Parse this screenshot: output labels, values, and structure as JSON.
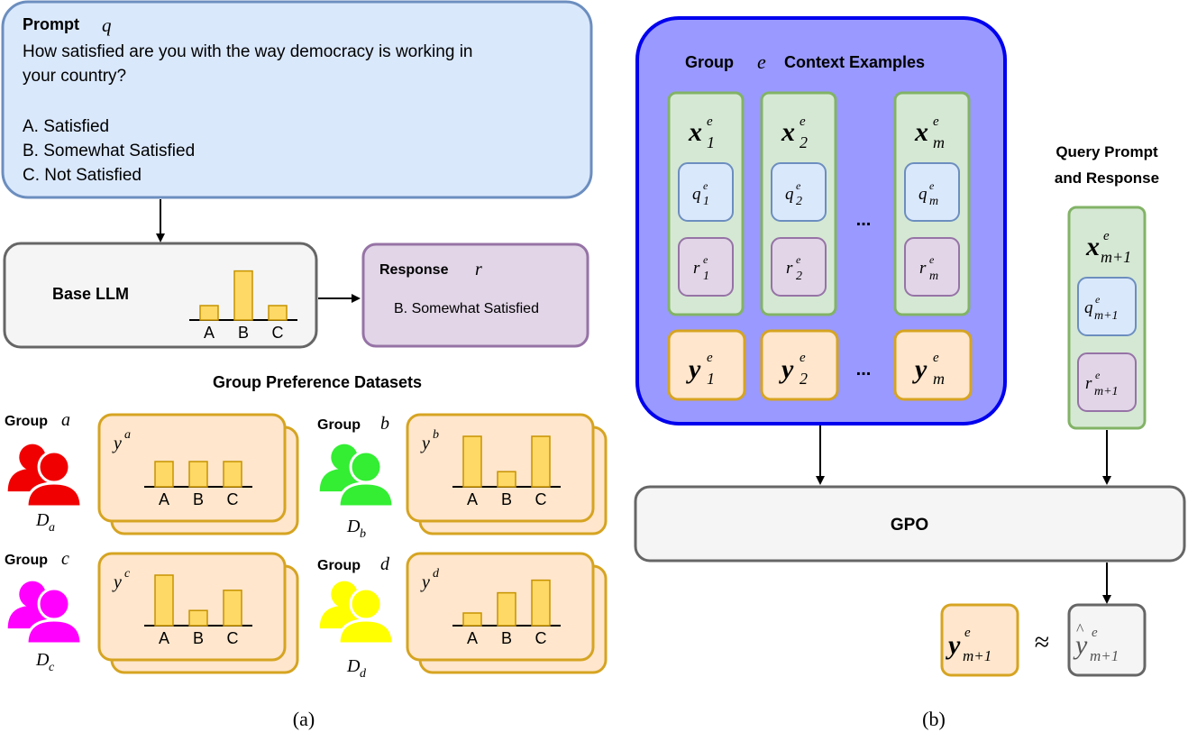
{
  "prompt": {
    "title": "Prompt",
    "symbol": "q",
    "question_line1": "How satisfied are you with the way democracy is working in",
    "question_line2": "your country?",
    "options": [
      "A. Satisfied",
      "B. Somewhat Satisfied",
      "C. Not Satisfied"
    ]
  },
  "base_llm": {
    "label": "Base LLM",
    "bars": [
      {
        "cat": "A",
        "value": 0.25
      },
      {
        "cat": "B",
        "value": 0.85
      },
      {
        "cat": "C",
        "value": 0.25
      }
    ]
  },
  "response": {
    "title": "Response",
    "symbol": "r",
    "text": "B. Somewhat Satisfied"
  },
  "datasets": {
    "title": "Group Preference Datasets",
    "groups": [
      {
        "label": "Group",
        "letter": "a",
        "dataset": "D",
        "sub": "a",
        "y": "y",
        "sup": "a",
        "color": "#f00000",
        "bars": [
          {
            "cat": "A",
            "value": 0.5
          },
          {
            "cat": "B",
            "value": 0.5
          },
          {
            "cat": "C",
            "value": 0.5
          }
        ]
      },
      {
        "label": "Group",
        "letter": "b",
        "dataset": "D",
        "sub": "b",
        "y": "y",
        "sup": "b",
        "color": "#33ee33",
        "bars": [
          {
            "cat": "A",
            "value": 1.0
          },
          {
            "cat": "B",
            "value": 0.3
          },
          {
            "cat": "C",
            "value": 1.0
          }
        ]
      },
      {
        "label": "Group",
        "letter": "c",
        "dataset": "D",
        "sub": "c",
        "y": "y",
        "sup": "c",
        "color": "#ff00ff",
        "bars": [
          {
            "cat": "A",
            "value": 1.0
          },
          {
            "cat": "B",
            "value": 0.3
          },
          {
            "cat": "C",
            "value": 0.7
          }
        ]
      },
      {
        "label": "Group",
        "letter": "d",
        "dataset": "D",
        "sub": "d",
        "y": "y",
        "sup": "d",
        "color": "#ffff00",
        "bars": [
          {
            "cat": "A",
            "value": 0.25
          },
          {
            "cat": "B",
            "value": 0.65
          },
          {
            "cat": "C",
            "value": 0.9
          }
        ]
      }
    ]
  },
  "context": {
    "title": "Group",
    "symbol": "e",
    "title_rest": "Context Examples",
    "columns": [
      {
        "x": "x",
        "sub": "1",
        "q_sub": "1",
        "r_sub": "1",
        "y_sub": "1"
      },
      {
        "x": "x",
        "sub": "2",
        "q_sub": "2",
        "r_sub": "2",
        "y_sub": "2"
      },
      {
        "x": "x",
        "sub": "m",
        "q_sub": "m",
        "r_sub": "m",
        "y_sub": "m"
      }
    ],
    "ellipsis": "..."
  },
  "query": {
    "title_line1": "Query Prompt",
    "title_line2": "and Response",
    "x_sub": "m+1",
    "q_sub": "m+1",
    "r_sub": "m+1"
  },
  "gpo": {
    "label": "GPO"
  },
  "output": {
    "y_sub": "m+1",
    "approx": "≈",
    "yhat_sub": "m+1"
  },
  "captions": {
    "left": "(a)",
    "right": "(b)"
  },
  "colors": {
    "prompt_fill": "#dae8fc",
    "prompt_stroke": "#6c8ebf",
    "llm_fill": "#f5f5f5",
    "llm_stroke": "#666666",
    "response_fill": "#e1d5e7",
    "response_stroke": "#9673a6",
    "dataset_fill": "#ffe6cc",
    "dataset_stroke": "#d6a422",
    "bar_fill": "#ffd966",
    "bar_stroke": "#c69300",
    "context_fill": "#9999ff",
    "context_stroke": "#0000ee",
    "col_fill": "#d5e8d4",
    "col_stroke": "#82b366"
  }
}
